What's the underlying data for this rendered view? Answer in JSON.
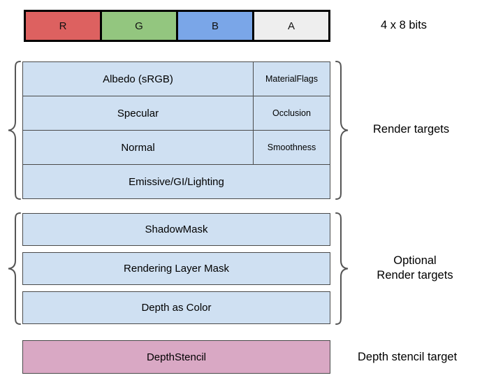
{
  "rgba_bar": {
    "name": "rgba-channel-bar",
    "channels": [
      {
        "label": "R",
        "color": "#dd6160"
      },
      {
        "label": "G",
        "color": "#93c67f"
      },
      {
        "label": "B",
        "color": "#7aa6e8"
      },
      {
        "label": "A",
        "color": "#eeeeee"
      }
    ],
    "side_label": "4 x 8 bits"
  },
  "render_targets": {
    "side_label": "Render targets",
    "fill_color": "#cfe0f2",
    "rows": [
      {
        "main": "Albedo (sRGB)",
        "aux": "MaterialFlags",
        "full_width": false
      },
      {
        "main": "Specular",
        "aux": "Occlusion",
        "full_width": false
      },
      {
        "main": "Normal",
        "aux": "Smoothness",
        "full_width": false
      },
      {
        "main": "Emissive/GI/Lighting",
        "aux": "",
        "full_width": true
      }
    ]
  },
  "optional_render_targets": {
    "side_label": "Optional\nRender targets",
    "fill_color": "#cfe0f2",
    "boxes": [
      {
        "label": "ShadowMask"
      },
      {
        "label": "Rendering Layer Mask"
      },
      {
        "label": "Depth as Color"
      }
    ]
  },
  "depth_stencil": {
    "label": "DepthStencil",
    "side_label": "Depth stencil target",
    "fill_color": "#d9a8c4"
  }
}
